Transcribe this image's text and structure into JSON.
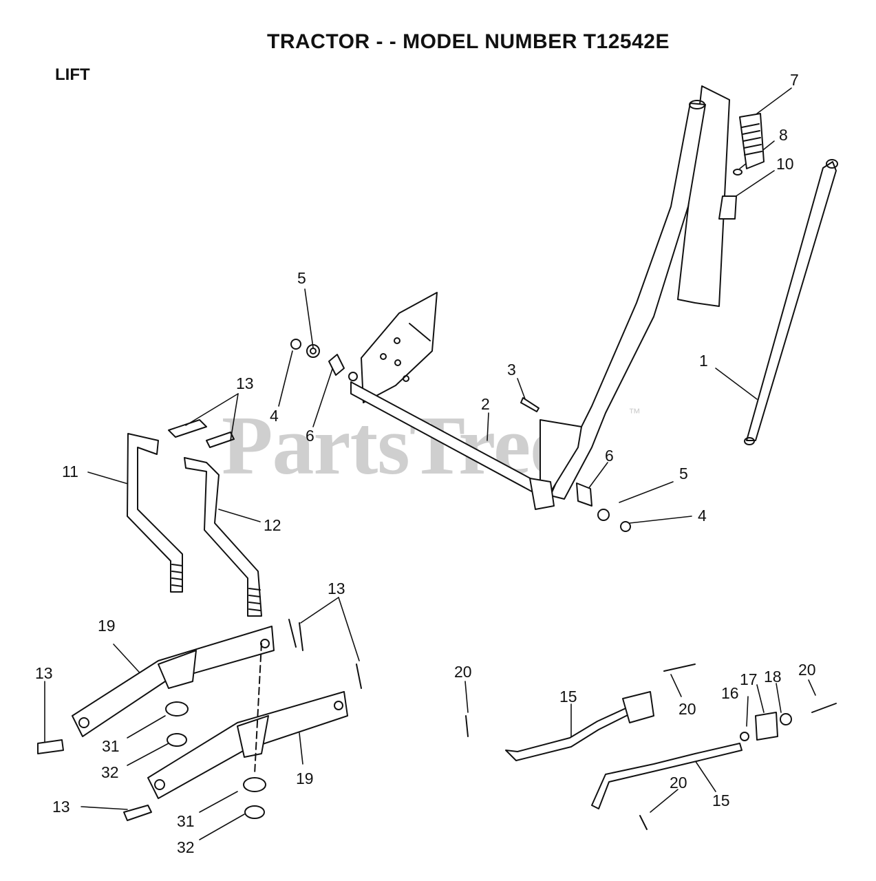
{
  "header": {
    "title": "TRACTOR - - MODEL NUMBER T12542E",
    "section": "LIFT"
  },
  "watermark": {
    "text": "PartsTree",
    "tm": "™"
  },
  "callouts": [
    "7",
    "8",
    "10",
    "1",
    "5",
    "4",
    "6",
    "3",
    "2",
    "13",
    "11",
    "12",
    "6",
    "5",
    "4",
    "13",
    "19",
    "13",
    "31",
    "32",
    "19",
    "13",
    "31",
    "32",
    "20",
    "15",
    "20",
    "16",
    "17",
    "18",
    "20",
    "20",
    "15"
  ]
}
